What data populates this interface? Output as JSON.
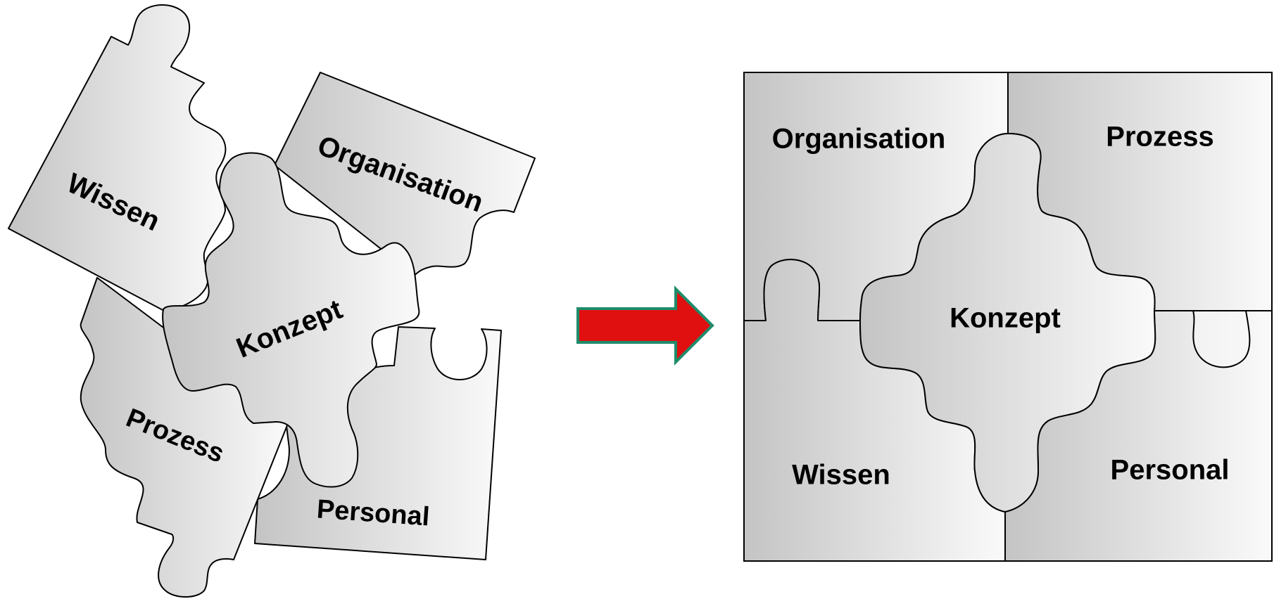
{
  "scattered": {
    "wissen": "Wissen",
    "organisation": "Organisation",
    "konzept": "Konzept",
    "prozess": "Prozess",
    "personal": "Personal"
  },
  "assembled": {
    "organisation": "Organisation",
    "prozess": "Prozess",
    "konzept": "Konzept",
    "wissen": "Wissen",
    "personal": "Personal"
  },
  "colors": {
    "piece_dark": "#c4c4c4",
    "piece_light": "#fafafa",
    "arrow_fill": "#e01010",
    "arrow_border": "#1e8c6a"
  }
}
